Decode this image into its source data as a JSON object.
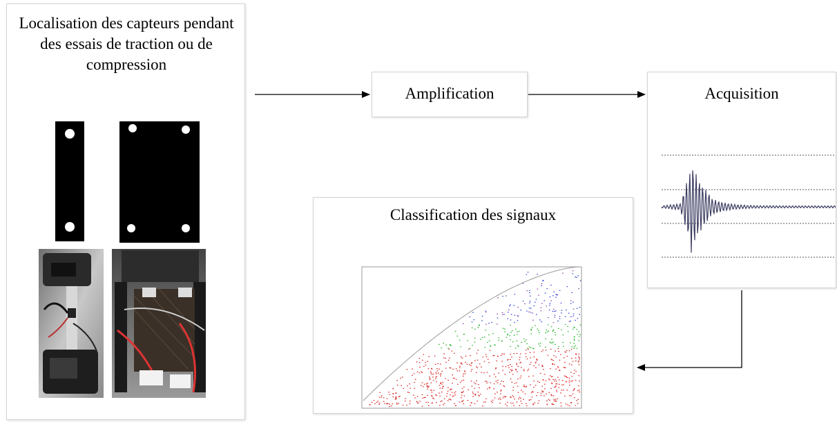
{
  "sensors_box": {
    "title": "Localisation des capteurs pendant des essais de traction ou de compression"
  },
  "amplification_box": {
    "label": "Amplification"
  },
  "acquisition_box": {
    "label": "Acquisition"
  },
  "classification_box": {
    "label": "Classification des signaux"
  },
  "colors": {
    "arrow": "#000000",
    "waveform": "#3a3a60",
    "scatter_red": "#d92020",
    "scatter_green": "#22b022",
    "scatter_blue": "#2b3fd6",
    "scatter_purple": "#8a3aa0",
    "boundary": "#9a9a9a"
  }
}
